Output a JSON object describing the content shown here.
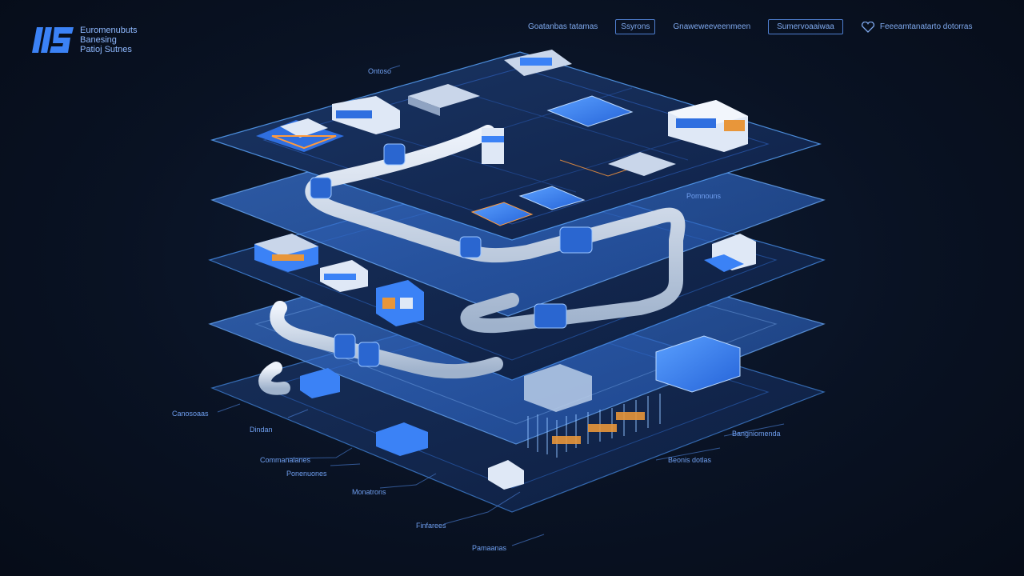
{
  "brand": {
    "line1": "Euromenubuts",
    "line2": "Banesing",
    "line3": "Patioj Sutnes"
  },
  "nav": {
    "item1": "Goatanbas tatamas",
    "item2": "Ssyrons",
    "item3": "Gnaweweeveenmeen",
    "item4": "Sumervoaaiwaa",
    "link": "Feeeamtanatarto dotorras"
  },
  "annotations": {
    "top_left": "Ontoso",
    "left_1": "Canosoaas",
    "left_2": "Dindan",
    "left_3": "Commanalanes",
    "left_4": "Ponenuones",
    "left_5": "Monatrons",
    "left_6": "Finfarees",
    "left_7": "Pamaanas",
    "right_1": "Pomnouns",
    "right_2": "Beonis dotlas",
    "right_3": "Bangniomenda"
  },
  "colors": {
    "accent": "#3b82f6",
    "panel": "#16315f",
    "glow": "#4f9dff",
    "background": "#070e1c",
    "pipe": "#c7d3e6"
  }
}
